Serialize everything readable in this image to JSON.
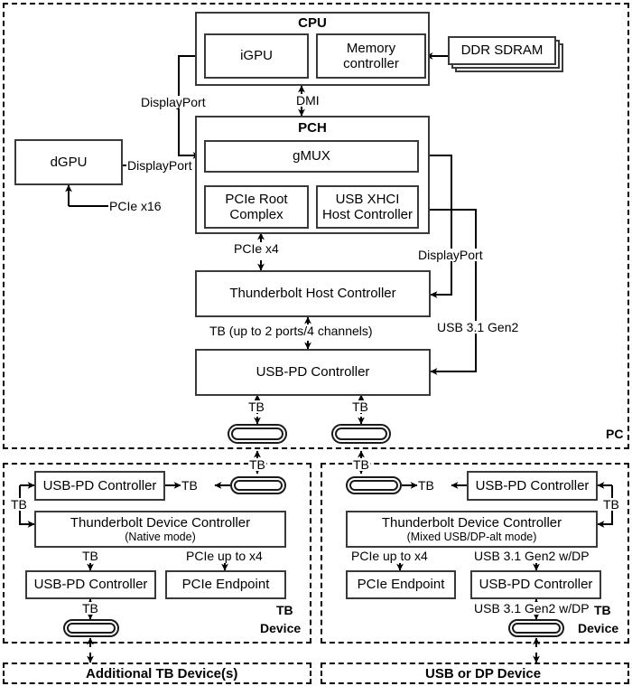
{
  "diagram": {
    "title_semantic": "Thunderbolt 3 PC and device block diagram",
    "pc": {
      "boundary_label": "PC",
      "cpu": {
        "title": "CPU",
        "blocks": [
          {
            "label": "iGPU"
          },
          {
            "label": "Memory\ncontroller",
            "line1": "Memory",
            "line2": "controller"
          }
        ]
      },
      "memory": {
        "label": "DDR SDRAM",
        "stacked": true
      },
      "dgpu": {
        "label": "dGPU"
      },
      "pch": {
        "title": "PCH",
        "blocks": [
          {
            "label": "gMUX"
          },
          {
            "label": "PCIe Root Complex",
            "line1": "PCIe Root",
            "line2": "Complex"
          },
          {
            "label": "USB XHCI Host Controller",
            "line1": "USB XHCI",
            "line2": "Host Controller"
          }
        ]
      },
      "tb_host_controller": {
        "label": "Thunderbolt Host Controller"
      },
      "usb_pd_controller": {
        "label": "USB-PD Controller"
      },
      "ports": [
        {
          "name": "tb-port-left"
        },
        {
          "name": "tb-port-right"
        }
      ],
      "links": [
        {
          "label": "DisplayPort",
          "from": "iGPU",
          "to": "gMUX"
        },
        {
          "label": "DisplayPort",
          "from": "dGPU",
          "to": "gMUX"
        },
        {
          "label": "DMI",
          "from": "CPU",
          "to": "PCH"
        },
        {
          "label": "PCIe x16",
          "from": "PCIe Root Complex",
          "to": "dGPU"
        },
        {
          "label": "PCIe x4",
          "from": "PCIe Root Complex",
          "to": "Thunderbolt Host Controller"
        },
        {
          "label": "DisplayPort",
          "from": "gMUX",
          "to": "Thunderbolt Host Controller"
        },
        {
          "label": "USB 3.1 Gen2",
          "from": "USB XHCI Host Controller",
          "to": "USB-PD Controller"
        },
        {
          "label": "TB (up to 2 ports/4 channels)",
          "from": "Thunderbolt Host Controller",
          "to": "USB-PD Controller"
        },
        {
          "label": "TB",
          "from": "USB-PD Controller",
          "to": "tb-port-left"
        },
        {
          "label": "TB",
          "from": "USB-PD Controller",
          "to": "tb-port-right"
        }
      ]
    },
    "device_left": {
      "boundary_label_line1": "TB",
      "boundary_label_line2": "Device",
      "blocks": [
        {
          "label": "USB-PD Controller"
        },
        {
          "label": "Thunderbolt Device Controller",
          "sub": "(Native mode)"
        },
        {
          "label": "USB-PD Controller"
        },
        {
          "label": "PCIe Endpoint"
        }
      ],
      "ports": [
        {
          "name": "tb-port-top"
        },
        {
          "name": "tb-port-bottom"
        }
      ],
      "links": [
        {
          "label": "TB",
          "from": "pc-tb-port",
          "to": "tb-port-top"
        },
        {
          "label": "TB",
          "from": "tb-port-top",
          "to": "USB-PD Controller"
        },
        {
          "label": "TB",
          "from": "USB-PD Controller",
          "to": "Thunderbolt Device Controller"
        },
        {
          "label": "TB",
          "from": "Thunderbolt Device Controller",
          "to": "USB-PD Controller (lower)"
        },
        {
          "label": "PCIe up to x4",
          "from": "Thunderbolt Device Controller",
          "to": "PCIe Endpoint"
        },
        {
          "label": "TB",
          "from": "USB-PD Controller (lower)",
          "to": "tb-port-bottom"
        }
      ]
    },
    "device_right": {
      "boundary_label_line1": "TB",
      "boundary_label_line2": "Device",
      "blocks": [
        {
          "label": "USB-PD Controller"
        },
        {
          "label": "Thunderbolt Device Controller",
          "sub": "(Mixed USB/DP-alt mode)"
        },
        {
          "label": "PCIe Endpoint"
        },
        {
          "label": "USB-PD Controller"
        }
      ],
      "ports": [
        {
          "name": "tb-port-top"
        },
        {
          "name": "usb-dp-port-bottom"
        }
      ],
      "links": [
        {
          "label": "TB",
          "from": "pc-tb-port",
          "to": "tb-port-top"
        },
        {
          "label": "TB",
          "from": "tb-port-top",
          "to": "USB-PD Controller"
        },
        {
          "label": "TB",
          "from": "USB-PD Controller",
          "to": "Thunderbolt Device Controller"
        },
        {
          "label": "PCIe up to x4",
          "from": "Thunderbolt Device Controller",
          "to": "PCIe Endpoint"
        },
        {
          "label": "USB 3.1 Gen2 w/DP",
          "from": "Thunderbolt Device Controller",
          "to": "USB-PD Controller (lower)"
        },
        {
          "label": "USB 3.1 Gen2 w/DP",
          "from": "USB-PD Controller (lower)",
          "to": "usb-dp-port-bottom"
        }
      ]
    },
    "footer_left": {
      "label": "Additional TB Device(s)"
    },
    "footer_right": {
      "label": "USB or DP Device"
    },
    "colors": {
      "line": "#3a3a3a",
      "text": "#000000",
      "background": "#ffffff",
      "dashed_border": "#000000"
    }
  }
}
